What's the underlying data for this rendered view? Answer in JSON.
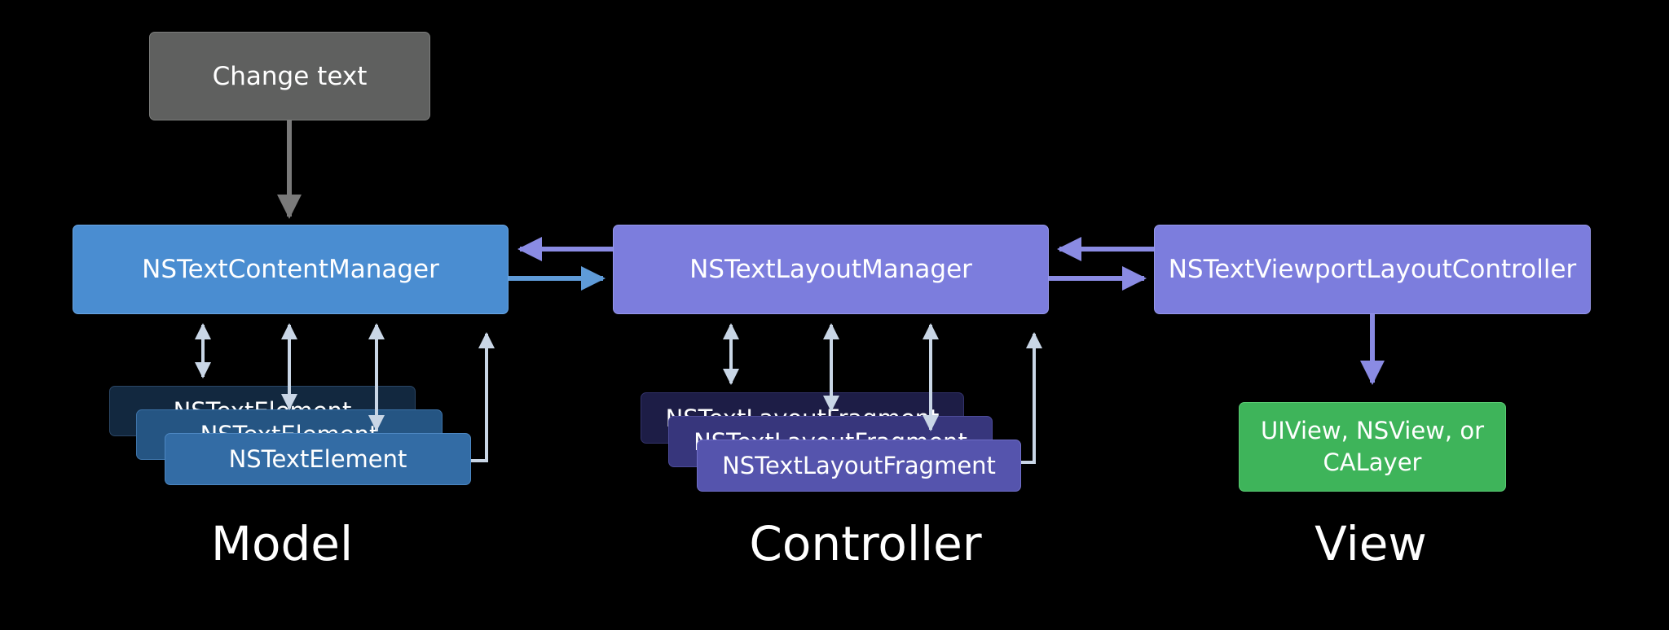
{
  "diagram": {
    "change_text": "Change text",
    "model": {
      "manager": "NSTextContentManager",
      "stack": [
        "NSTextElement",
        "NSTextElement",
        "NSTextElement"
      ],
      "caption": "Model"
    },
    "controller": {
      "manager": "NSTextLayoutManager",
      "stack": [
        "NSTextLayoutFragment",
        "NSTextLayoutFragment",
        "NSTextLayoutFragment"
      ],
      "caption": "Controller"
    },
    "view": {
      "controller": "NSTextViewportLayoutController",
      "target": "UIView, NSView, or CALayer",
      "caption": "View"
    }
  },
  "colors": {
    "background": "#000000",
    "change_text_box": "#5f605f",
    "content_manager": "#4a8dd1",
    "layout_manager": "#7c7ddd",
    "view_target": "#3eb45a",
    "element_back": "#12283f",
    "element_mid": "#255583",
    "element_front": "#336ca5",
    "fragment_back": "#1d1d46",
    "fragment_mid": "#37367c",
    "fragment_front": "#5554ad",
    "arrow_gray": "#7a7a7a",
    "arrow_blue": "#5f9bd8",
    "arrow_purple": "#8a8be3",
    "arrow_light": "#c9d6e6"
  }
}
